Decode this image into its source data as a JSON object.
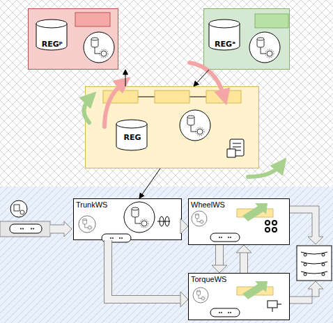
{
  "diagram": {
    "nodes": [
      {
        "text": [
          "REGᵖ"
        ]
      },
      {
        "text": [
          "REGᵃ"
        ]
      },
      {
        "text": [
          "REG"
        ]
      },
      {
        "text": [
          "TrunkWS"
        ]
      },
      {
        "text": [
          "WheelWS"
        ]
      },
      {
        "text": [
          "TorqueWS"
        ]
      }
    ],
    "edges": [
      {
        "from": 2,
        "to": 0,
        "arrow": "to"
      },
      {
        "from": 1,
        "to": 2,
        "arrow": "to"
      },
      {
        "from": 2,
        "to": 3,
        "arrow": "to"
      },
      {
        "from": 3,
        "to": 4,
        "arrow": "to"
      },
      {
        "from": 4,
        "to": 5,
        "arrow": "to"
      },
      {
        "from": 5,
        "to": 4,
        "arrow": "to"
      },
      {
        "from": 3,
        "to": 5,
        "arrow": "to"
      }
    ]
  }
}
